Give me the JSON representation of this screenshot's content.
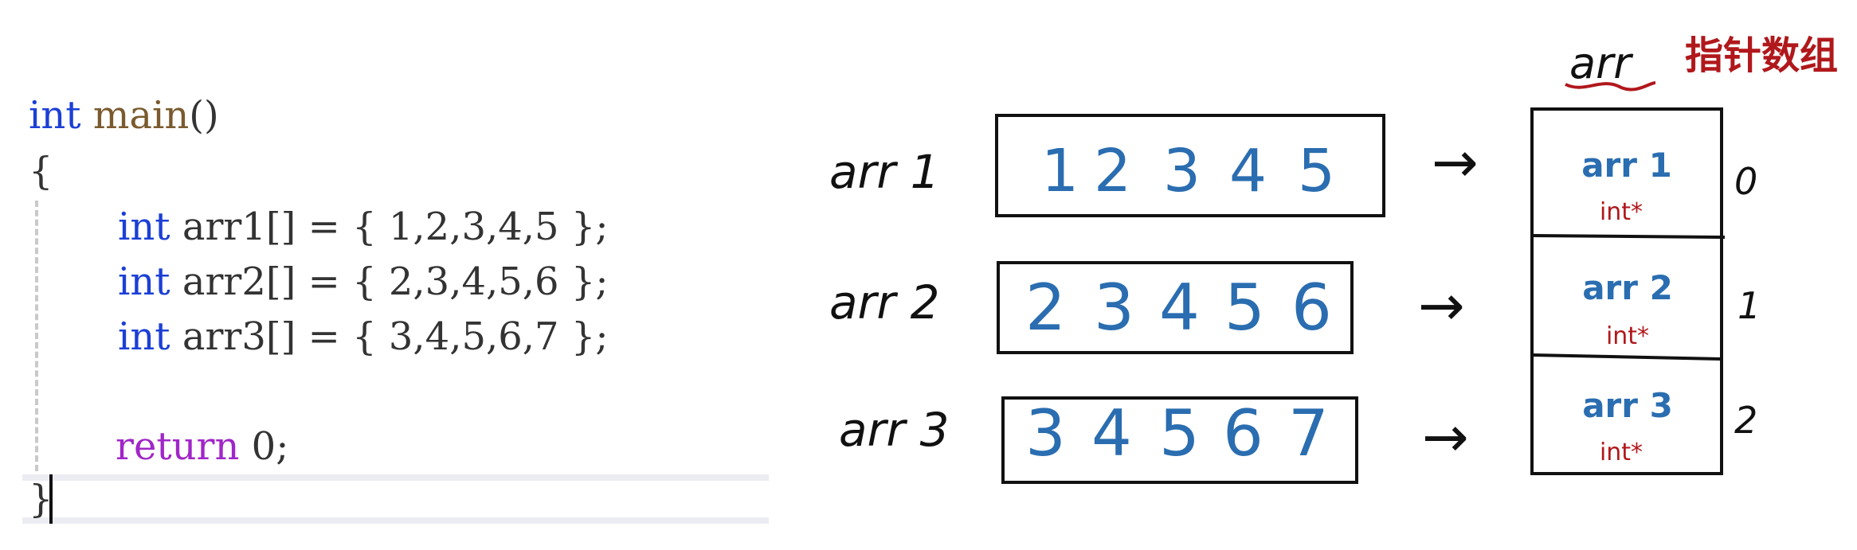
{
  "code": {
    "line1": {
      "type": "int",
      "name": "main",
      "parens": "()"
    },
    "line2": {
      "brace": "{"
    },
    "arrays": [
      {
        "type": "int",
        "decl": "arr1[] = { 1,2,3,4,5 };"
      },
      {
        "type": "int",
        "decl": "arr2[] = { 2,3,4,5,6 };"
      },
      {
        "type": "int",
        "decl": "arr3[] = { 3,4,5,6,7 };"
      }
    ],
    "return_line": {
      "keyword": "return",
      "rest": " 0;"
    },
    "closing": {
      "brace": "}"
    }
  },
  "diagram": {
    "pointer_array_label": "arr",
    "pointer_array_caption": "指针数组",
    "rows": [
      {
        "label": "arr 1",
        "values": [
          "1",
          "2",
          "3",
          "4",
          "5"
        ],
        "arrow": "→",
        "cell_name": "arr 1",
        "cell_type": "int*",
        "index": "0"
      },
      {
        "label": "arr 2",
        "values": [
          "2",
          "3",
          "4",
          "5",
          "6"
        ],
        "arrow": "→",
        "cell_name": "arr 2",
        "cell_type": "int*",
        "index": "1"
      },
      {
        "label": "arr 3",
        "values": [
          "3",
          "4",
          "5",
          "6",
          "7"
        ],
        "arrow": "→",
        "cell_name": "arr 3",
        "cell_type": "int*",
        "index": "2"
      }
    ],
    "colors": {
      "ink": "#111111",
      "blue": "#2a6db0",
      "red": "#b0181c"
    }
  }
}
